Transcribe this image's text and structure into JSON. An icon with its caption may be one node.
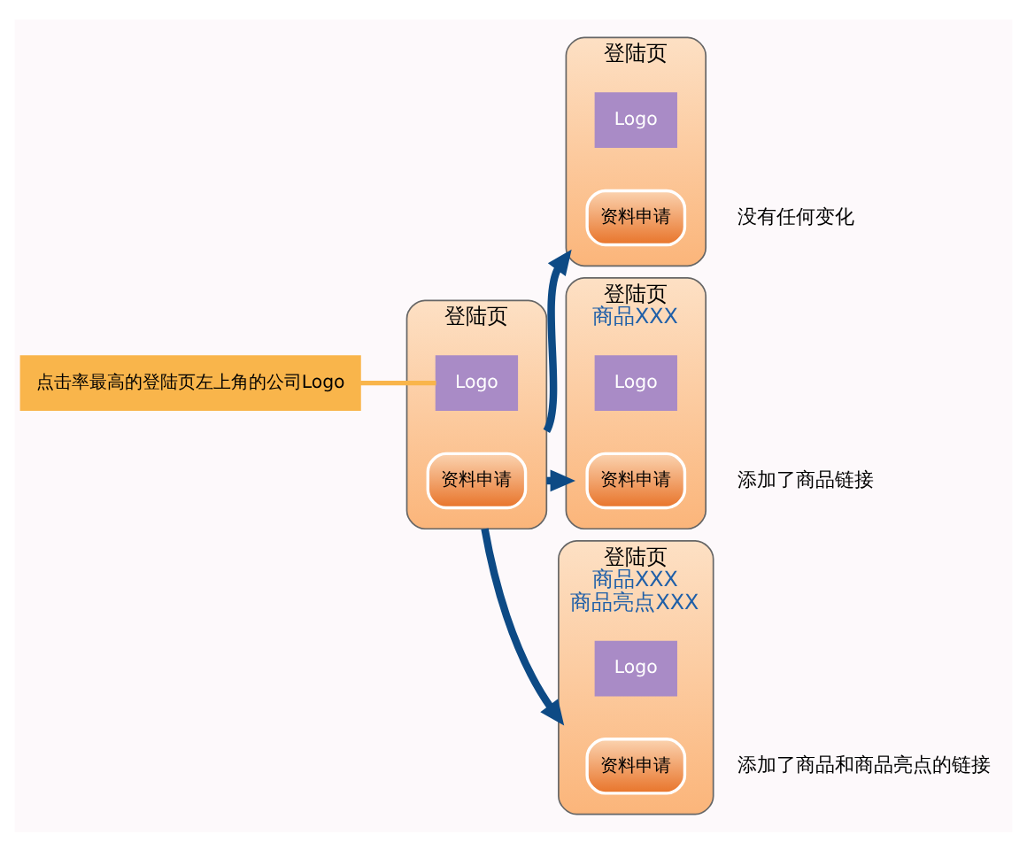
{
  "diagram": {
    "nodes": [
      {
        "text": [
          "点击率最高的登陆页左上角的公司Logo"
        ]
      },
      {
        "text": [
          "登陆页"
        ]
      },
      {
        "text": [
          "Logo"
        ],
        "in": 1
      },
      {
        "text": [
          "资料申请"
        ],
        "in": 1
      },
      {
        "text": [
          "登陆页"
        ],
        "beside": [
          "没有任何变化"
        ]
      },
      {
        "text": [
          "Logo"
        ],
        "in": 4
      },
      {
        "text": [
          "资料申请"
        ],
        "in": 4
      },
      {
        "text": [
          "登陆页",
          "商品XXX"
        ],
        "beside": [
          "添加了商品链接"
        ]
      },
      {
        "text": [
          "Logo"
        ],
        "in": 7
      },
      {
        "text": [
          "资料申请"
        ],
        "in": 7
      },
      {
        "text": [
          "登陆页",
          "商品XXX",
          "商品亮点XXX"
        ],
        "beside": [
          "添加了商品和商品亮点的链接"
        ]
      },
      {
        "text": [
          "Logo"
        ],
        "in": 10
      },
      {
        "text": [
          "资料申请"
        ],
        "in": 10
      }
    ],
    "edges": [
      {
        "from": 0,
        "to": 2,
        "arrow": "none",
        "color": "#f9b54b"
      },
      {
        "from": 1,
        "to": 4,
        "arrow": "to"
      },
      {
        "from": 1,
        "to": 7,
        "arrow": "to"
      },
      {
        "from": 1,
        "to": 10,
        "arrow": "to"
      }
    ]
  }
}
